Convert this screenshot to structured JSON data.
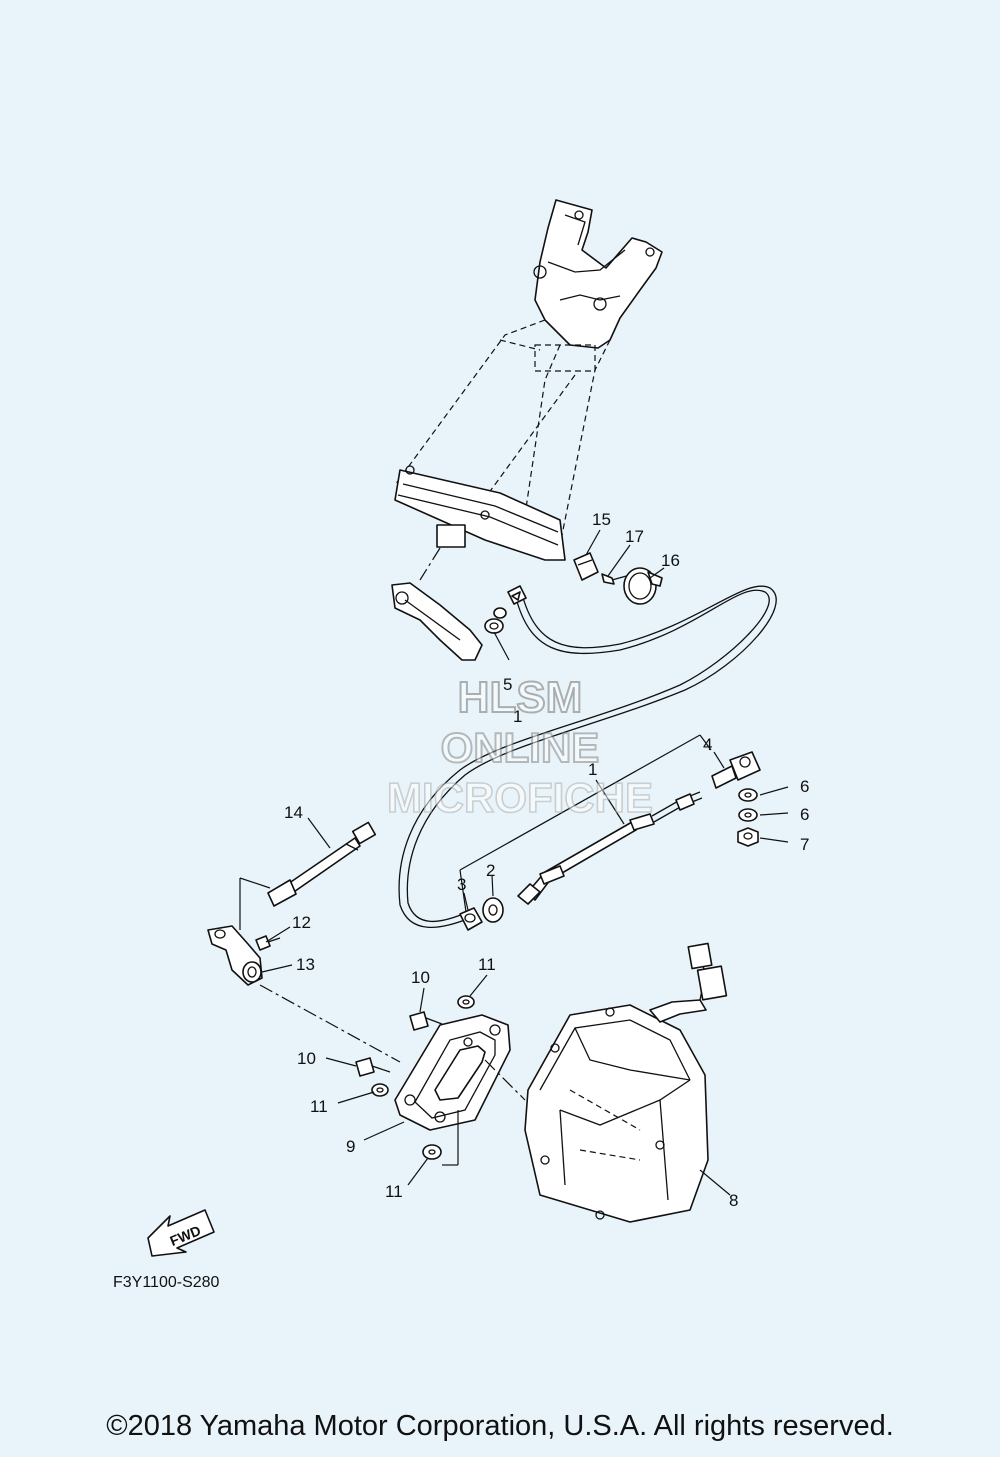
{
  "diagram": {
    "callouts": {
      "c1a": "1",
      "c1b": "1",
      "c2": "2",
      "c3": "3",
      "c4": "4",
      "c5": "5",
      "c6a": "6",
      "c6b": "6",
      "c7": "7",
      "c8": "8",
      "c9": "9",
      "c10a": "10",
      "c10b": "10",
      "c11a": "11",
      "c11b": "11",
      "c11c": "11",
      "c12": "12",
      "c13": "13",
      "c14": "14",
      "c15": "15",
      "c16": "16",
      "c17": "17"
    },
    "fwd_label": "FWD",
    "diagram_code": "F3Y1100-S280"
  },
  "watermark": {
    "line1": "HLSM",
    "line2": "ONLINE",
    "line3": "MICROFICHE"
  },
  "footer": {
    "copyright": "©2018 Yamaha Motor Corporation, U.S.A. All rights reserved."
  },
  "colors": {
    "background": "#e8f4fa",
    "line": "#111111",
    "watermark": "#c8cdd2"
  }
}
